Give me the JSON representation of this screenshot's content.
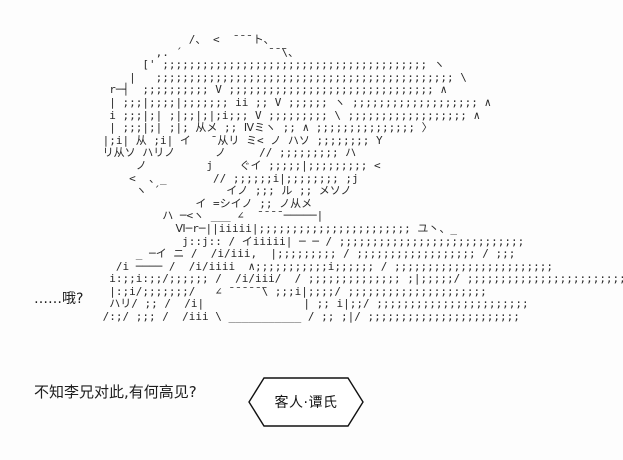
{
  "scene": {
    "background_color": "#fdfdfd",
    "ink_color": "#2a2a2a"
  },
  "dialogue": {
    "line_1": "……哦?",
    "line_2": "不知李兄对此,有何高见?"
  },
  "nameplate": {
    "label": "客人·谭氏"
  },
  "ascii_art": {
    "text": "              /、 <  ̄ ̄ ̄ ト、\n         ,. ´             ̄ ̄ ̄\\、\n       [' ;;;;;;;;;;;;;;;;;;;;;;;;;;;;;;;;;;;;;;;; ヽ\n     |   ;;;;;;;;;;;;;;;;;;;;;;;;;;;;;;;;;;;;;;;;;;;;; \\\n  r─┤  ;;;;;;;;;; V ;;;;;;;;;;;;;;;;;;;;;;;;;;;;;;; ∧\n  | ;;;|;;;;|;;;;;;; ii ;; V ;;;;;; ヽ ;;;;;;;;;;;;;;;;;;; ∧\n  i ;;;|;| ;|;;|;|;i;;; V ;;;;;;;;; \\ ;;;;;;;;;;;;;;;;;; ∧\n  | ;;;|;| ;|; 从メ ;; Ⅳミヽ ;; ∧ ;;;;;;;;;;;;;;; 〉\n |;i| 从 ;i| イ   ̄ 从リ ミ< ノ ハソ ;;;;;;;; Y\n リ从ソ ハリノ      ノ     // ;;;;;;;;; ハ\n      ノ         j    ぐイ ;;;;;|;;;;;;;;; <\n     <  、_       // ;;;;;;i|;;;;;;;; ;j\n      ヽ ´          イノ ;;; ル ;; メソノ\n               イ =シイノ ;; ノ从メ\n          ハ ─<ヽ ___ ∠  ̄ ̄ ̄ ̄ ─────|\n            Ⅵ─r─||iiiii|;;;;;;;;;;;;;;;;;;;;;;; ユ丶、_\n             j::j:: / イiiiii| ─ ─ / ;;;;;;;;;;;;;;;;;;;;;;;;;;;;\n      _ ─イ ニ /  /i/iii,  |;;;;;;;;; / ;;;;;;;;;;;;;;;;;; / ;;;\n   /i ──── /  /i/iiii  ∧;;;;;;;;;;;i;;;;;; / ;;;;;;;;;;;;;;;;;;;;;;;;\n  i:;;i:;;/;;;;;; /  /i/iii/  / ;;;;;;;;;;;;;; ;|;;;;;/ ;;;;;;;;;;;;;;;;;;;;;;;;\n  |:;i/;;;;;;;/   ∠ ̄ ̄ ̄ ̄ ̄ ̄\\ ;;;i|;;;;/ ;;;;;;;;;;;;;;;;;;;;;\n  ハリ/ ;; /  /i|               | ;; i|;;/ ;;;;;;;;;;;;;;;;;;;;;;;\n /:;/ ;;; /  /iii \\ ___________ / ;; ;|/ ;;;;;;;;;;;;;;;;;;;;;;;"
  }
}
